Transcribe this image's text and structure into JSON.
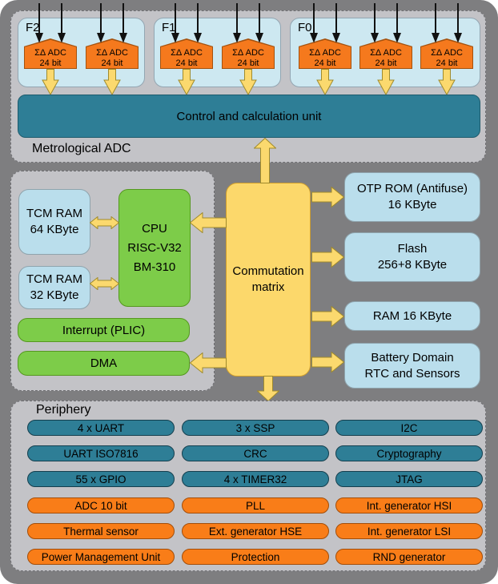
{
  "colors": {
    "frame_gray": "#7e7e80",
    "panel_gray": "#c3c3c7",
    "group_box_blue": "#cde8f1",
    "memory_block_blue": "#badeec",
    "teal": "#2e7e96",
    "green": "#7dcc49",
    "adc_orange": "#f5791d",
    "pill_orange": "#f97d18",
    "flow_yellow": "#fbd96e",
    "input_arrow_black": "#111111"
  },
  "adc_section": {
    "section_label": "Metrological ADC",
    "groups": [
      {
        "label": "F2",
        "adc_count": 2
      },
      {
        "label": "F1",
        "adc_count": 2
      },
      {
        "label": "F0",
        "adc_count": 3
      }
    ],
    "adc_block": {
      "line1": "ΣΔ ADC",
      "line2": "24 bit"
    },
    "control_unit_label": "Control and calculation unit"
  },
  "cpu_subsystem": {
    "tcm_ram_64": {
      "line1": "TCM RAM",
      "line2": "64 KByte"
    },
    "tcm_ram_32": {
      "line1": "TCM RAM",
      "line2": "32 KByte"
    },
    "cpu": {
      "line1": "CPU",
      "line2": "RISC-V32",
      "line3": "BM-310"
    },
    "interrupt_label": "Interrupt (PLIC)",
    "dma_label": "DMA"
  },
  "commutation_matrix": {
    "line1": "Commutation",
    "line2": "matrix"
  },
  "memory_blocks": {
    "otp": {
      "line1": "OTP ROM (Antifuse)",
      "line2": "16 KByte"
    },
    "flash": {
      "line1": "Flash",
      "line2": "256+8 KByte"
    },
    "ram": {
      "line1": "RAM 16 KByte"
    },
    "battery": {
      "line1": "Battery Domain",
      "line2": "RTC and Sensors"
    }
  },
  "periphery": {
    "section_label": "Periphery",
    "rows": [
      {
        "style": "teal",
        "items": [
          "4 x UART",
          "3 x SSP",
          "I2C"
        ]
      },
      {
        "style": "teal",
        "items": [
          "UART ISO7816",
          "CRC",
          "Cryptography"
        ]
      },
      {
        "style": "teal",
        "items": [
          "55 x GPIO",
          "4 x TIMER32",
          "JTAG"
        ]
      },
      {
        "style": "orange",
        "items": [
          "ADC 10 bit",
          "PLL",
          "Int. generator HSI"
        ]
      },
      {
        "style": "orange",
        "items": [
          "Thermal sensor",
          "Ext. generator HSE",
          "Int. generator LSI"
        ]
      },
      {
        "style": "orange",
        "items": [
          "Power Management Unit",
          "Protection",
          "RND generator"
        ]
      }
    ]
  }
}
